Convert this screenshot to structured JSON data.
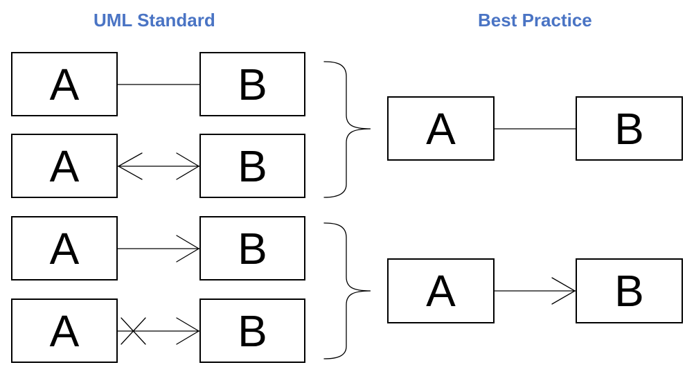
{
  "headings": {
    "uml_standard": "UML Standard",
    "best_practice": "Best Practice"
  },
  "uml_standard": {
    "rows": [
      {
        "left": "A",
        "right": "B",
        "relation": "plain association line"
      },
      {
        "left": "A",
        "right": "B",
        "relation": "bidirectional navigable arrows"
      },
      {
        "left": "A",
        "right": "B",
        "relation": "unidirectional navigable arrow"
      },
      {
        "left": "A",
        "right": "B",
        "relation": "non-navigable end (X) with arrow"
      }
    ]
  },
  "best_practice": {
    "rows": [
      {
        "left": "A",
        "right": "B",
        "relation": "plain association line"
      },
      {
        "left": "A",
        "right": "B",
        "relation": "unidirectional navigable arrow"
      }
    ]
  },
  "colors": {
    "heading": "#4a74c4",
    "line": "#000000",
    "background": "#ffffff"
  }
}
